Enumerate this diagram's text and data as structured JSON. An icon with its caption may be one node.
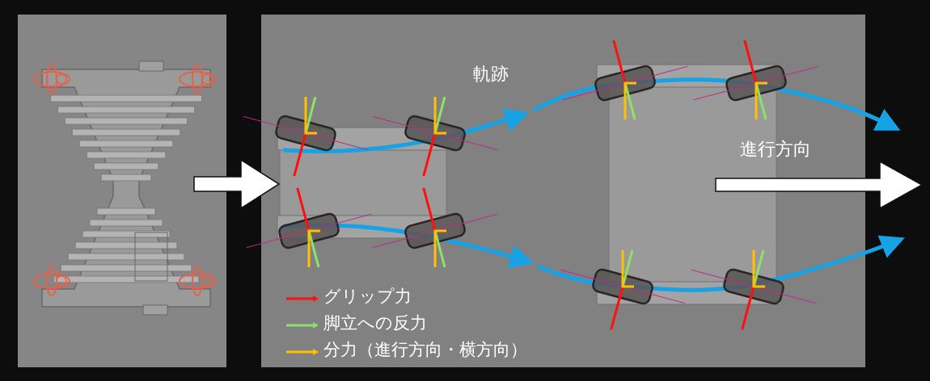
{
  "diagram": {
    "nodes": [
      {
        "text": [],
        "shape": "picture"
      },
      {
        "text": [],
        "shape": "box"
      }
    ],
    "edges": [
      {
        "from": 0,
        "to": 1,
        "arrow": "to"
      }
    ],
    "labels": [
      "軌跡",
      "進行方向"
    ],
    "legend": [
      {
        "text": "グリップ力"
      },
      {
        "text": "脚立への反力"
      },
      {
        "text": "分力（進行方向・横方向）"
      }
    ]
  }
}
